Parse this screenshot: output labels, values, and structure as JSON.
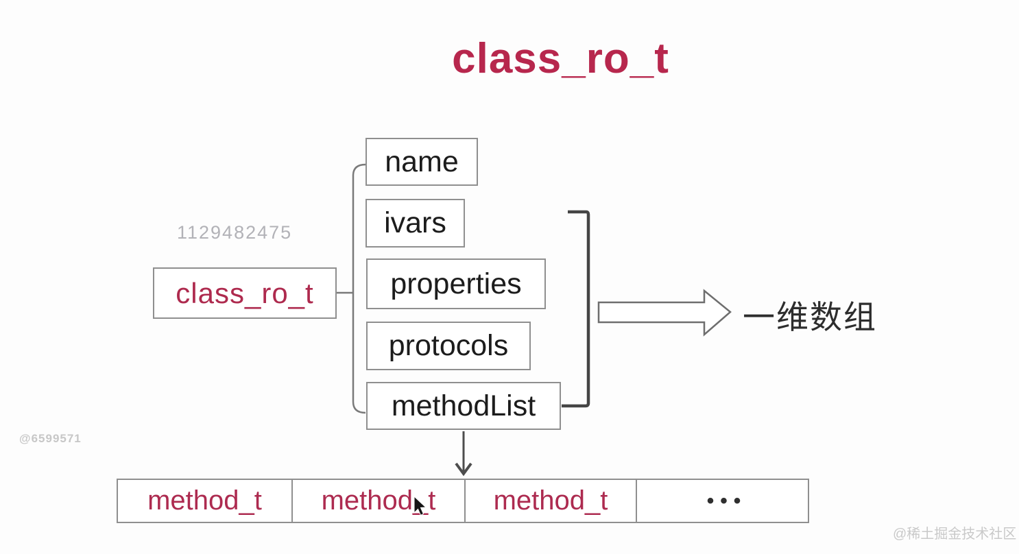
{
  "title": "class_ro_t",
  "colors": {
    "accent_crimson": "#b3274d",
    "text_black": "#1c1c1c",
    "box_border": "#8f8f8f",
    "connector_dark": "#4d4d4d",
    "connector_light": "#7a7a7a",
    "watermark_gray": "#bdbdc2",
    "background": "#fdfdfd"
  },
  "diagram": {
    "root_box": "class_ro_t",
    "fields": [
      "name",
      "ivars",
      "properties",
      "protocols",
      "methodList"
    ],
    "arrow_note": "一维数组",
    "method_cells": [
      "method_t",
      "method_t",
      "method_t",
      "•••"
    ],
    "icons": [
      "grouping-bracket",
      "right-block-arrow",
      "down-arrow",
      "mouse-cursor"
    ]
  },
  "watermarks": {
    "id_number": "1129482475",
    "user_id": "@6599571",
    "community": "@稀土掘金技术社区"
  }
}
